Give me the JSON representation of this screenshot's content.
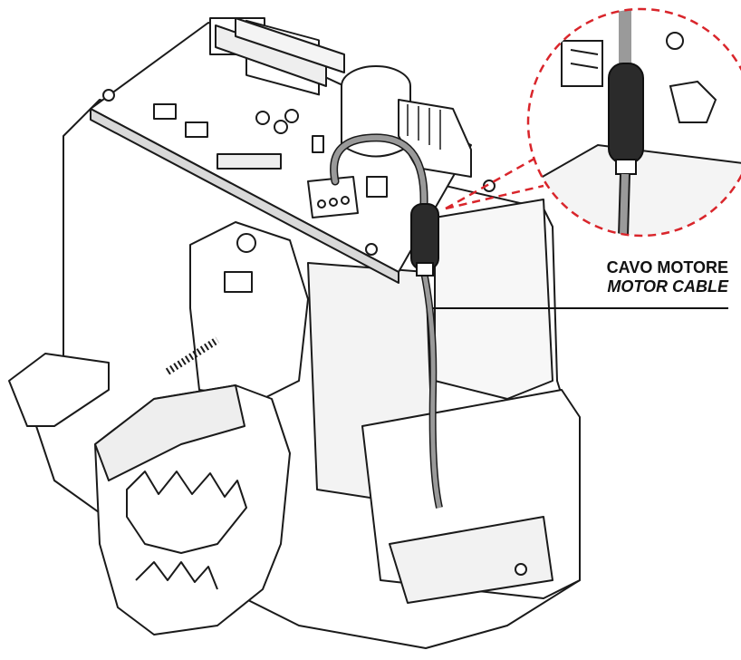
{
  "label": {
    "line1": "CAVO MOTORE",
    "line2": "MOTOR CABLE"
  },
  "colors": {
    "line": "#1a1a1a",
    "fill": "#ffffff",
    "shade": "#d9d9d9",
    "cable": "#9a9a9a",
    "ferrite": "#2b2b2b",
    "callout": "#d9252b"
  },
  "icons": [
    "motor-unit-illustration",
    "ferrite-core-icon",
    "zoom-callout-circle"
  ]
}
